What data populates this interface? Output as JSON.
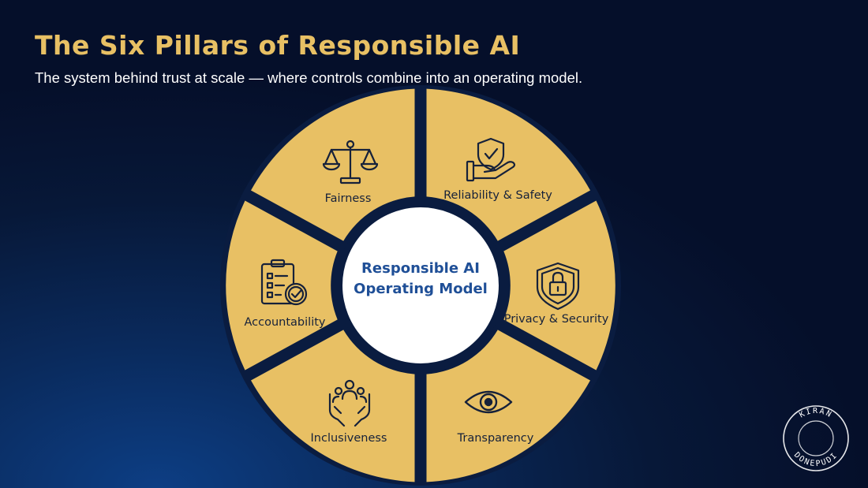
{
  "header": {
    "title": "The Six Pillars of Responsible AI",
    "subtitle": "The system behind trust at scale — where controls combine into an operating model."
  },
  "center": {
    "line1": "Responsible AI",
    "line2": "Operating Model"
  },
  "pillars": [
    {
      "label": "Fairness",
      "icon": "scales-icon"
    },
    {
      "label": "Reliability & Safety",
      "icon": "shield-hand-icon"
    },
    {
      "label": "Privacy & Security",
      "icon": "shield-lock-icon"
    },
    {
      "label": "Transparency",
      "icon": "eye-icon"
    },
    {
      "label": "Inclusiveness",
      "icon": "people-hands-icon"
    },
    {
      "label": "Accountability",
      "icon": "clipboard-check-icon"
    }
  ],
  "stamp": {
    "top": "KIRAN",
    "bottom": "DONEPUDI"
  },
  "colors": {
    "segment": "#e8c064",
    "gap": "#0a1c40",
    "center_fill": "#ffffff",
    "center_text": "#1f4f97",
    "title": "#e8c064"
  }
}
